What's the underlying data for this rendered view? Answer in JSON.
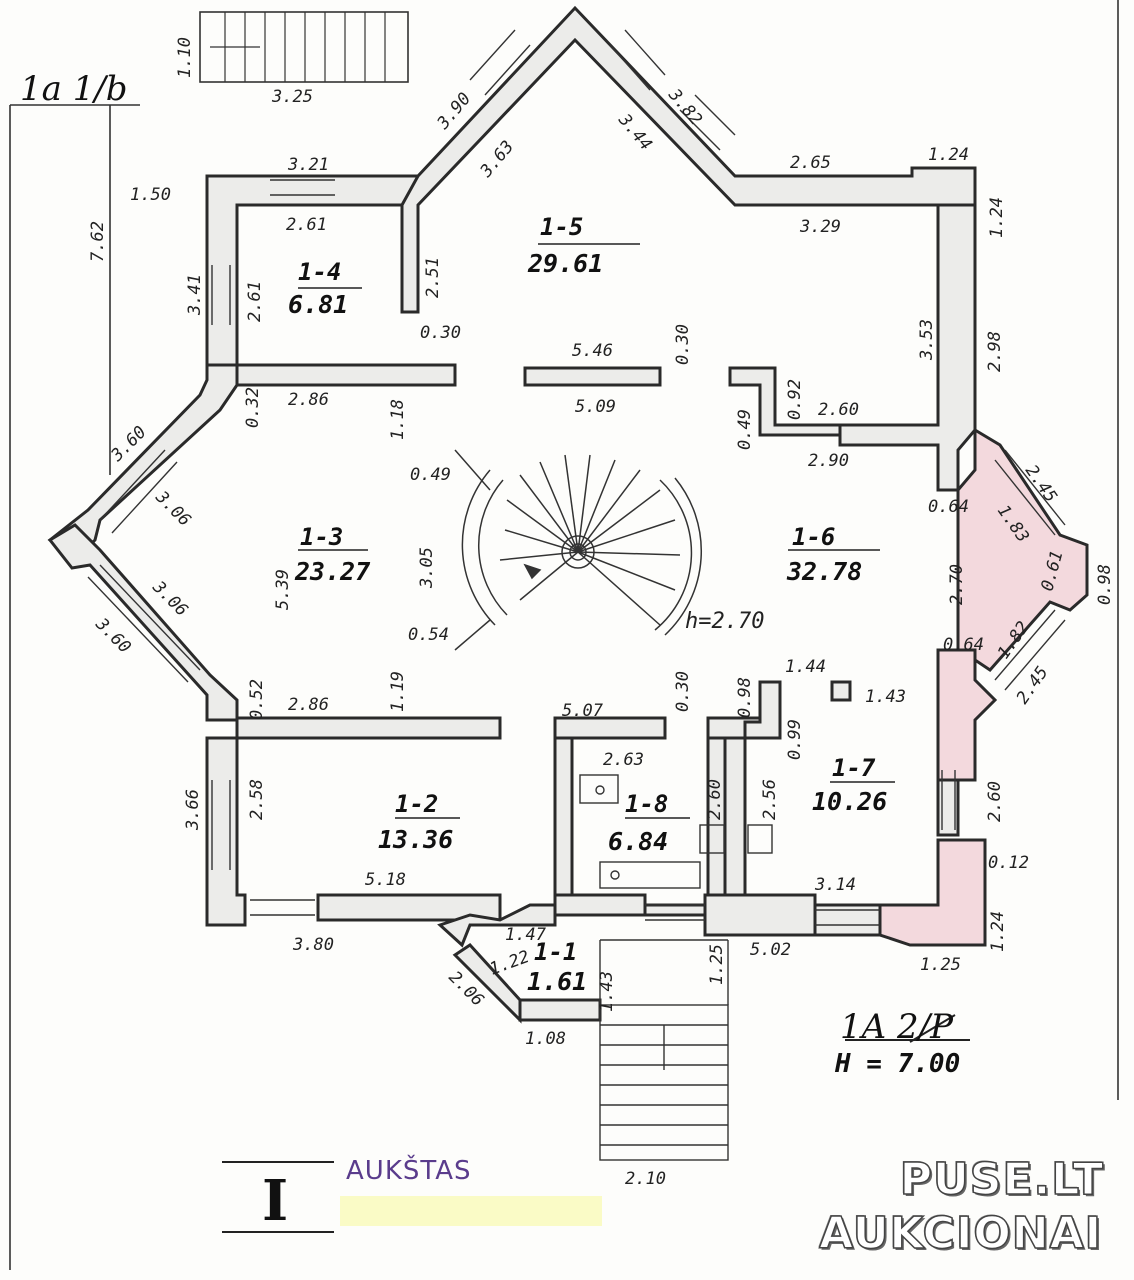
{
  "plan": {
    "sheet_code": "1a 1/b",
    "plan_code": "1A 2/P",
    "height_label": "H = 7.00",
    "floor_numeral": "I",
    "floor_stamp": "AUKŠTAS",
    "stair_height_label": "h=2.70",
    "rooms": [
      {
        "id": "1-1",
        "area": "1.61"
      },
      {
        "id": "1-2",
        "area": "13.36"
      },
      {
        "id": "1-3",
        "area": "23.27"
      },
      {
        "id": "1-4",
        "area": "6.81"
      },
      {
        "id": "1-5",
        "area": "29.61"
      },
      {
        "id": "1-6",
        "area": "32.78"
      },
      {
        "id": "1-7",
        "area": "10.26"
      },
      {
        "id": "1-8",
        "area": "6.84"
      }
    ],
    "dimensions": [
      "1.10",
      "3.25",
      "3.90",
      "3.63",
      "3.82",
      "3.44",
      "3.21",
      "2.61",
      "2.51",
      "2.65",
      "1.24",
      "1.24",
      "3.29",
      "3.53",
      "2.98",
      "3.41",
      "2.61",
      "7.62",
      "1.50",
      "0.30",
      "5.46",
      "0.30",
      "0.92",
      "2.60",
      "0.32",
      "2.86",
      "1.18",
      "5.09",
      "0.49",
      "2.90",
      "2.45",
      "3.60",
      "3.06",
      "0.49",
      "0.64",
      "1.83",
      "5.39",
      "3.05",
      "2.70",
      "0.61",
      "0.98",
      "3.06",
      "0.54",
      "0.64",
      "1.82",
      "2.45",
      "3.60",
      "1.19",
      "1.44",
      "0.52",
      "2.86",
      "5.07",
      "0.30",
      "0.98",
      "1.43",
      "0.99",
      "3.66",
      "2.58",
      "2.63",
      "2.60",
      "2.56",
      "2.60",
      "0.12",
      "5.18",
      "3.14",
      "1.24",
      "3.80",
      "1.47",
      "1.22",
      "2.06",
      "1.43",
      "1.25",
      "5.02",
      "1.25",
      "1.08",
      "2.10"
    ]
  },
  "watermark": {
    "line1": "PUSE.LT",
    "line2": "AUKCIONAI"
  }
}
